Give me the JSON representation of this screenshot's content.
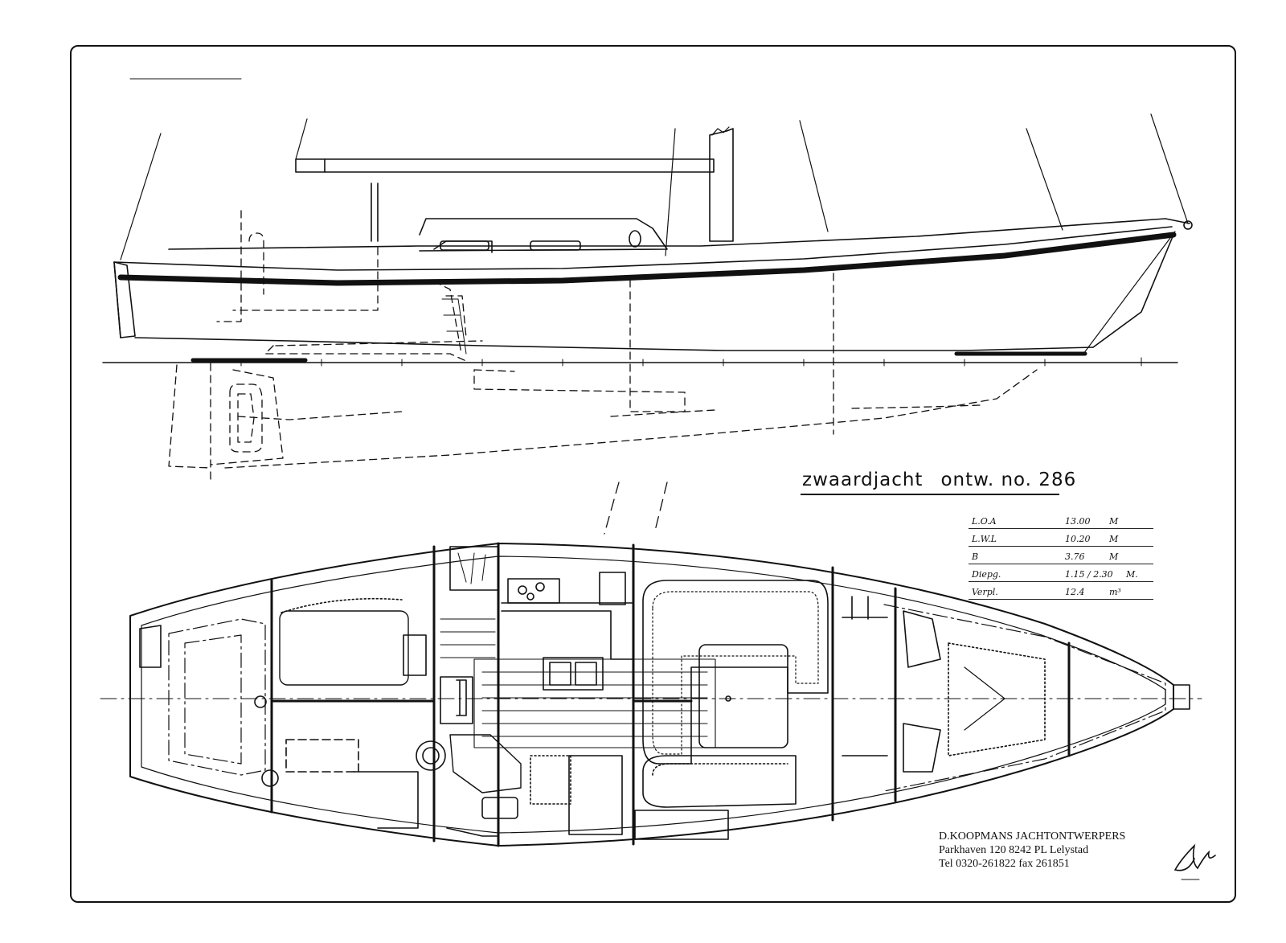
{
  "title": {
    "boat_type": "zwaardjacht",
    "design_no": "ontw. no. 286"
  },
  "specifications": [
    {
      "key": "L.O.A",
      "value": "13.00",
      "unit": "M"
    },
    {
      "key": "L.W.L",
      "value": "10.20",
      "unit": "M"
    },
    {
      "key": "B",
      "value": "3.76",
      "unit": "M"
    },
    {
      "key": "Diepg.",
      "value": "1.15 / 2.30",
      "unit": "M."
    },
    {
      "key": "Verpl.",
      "value": "12.4",
      "unit": "m³"
    }
  ],
  "designer": {
    "name": "D.KOOPMANS JACHTONTWERPERS",
    "address": "Parkhaven 120 8242 PL Lelystad",
    "contact": "Tel 0320-261822 fax 261851"
  }
}
